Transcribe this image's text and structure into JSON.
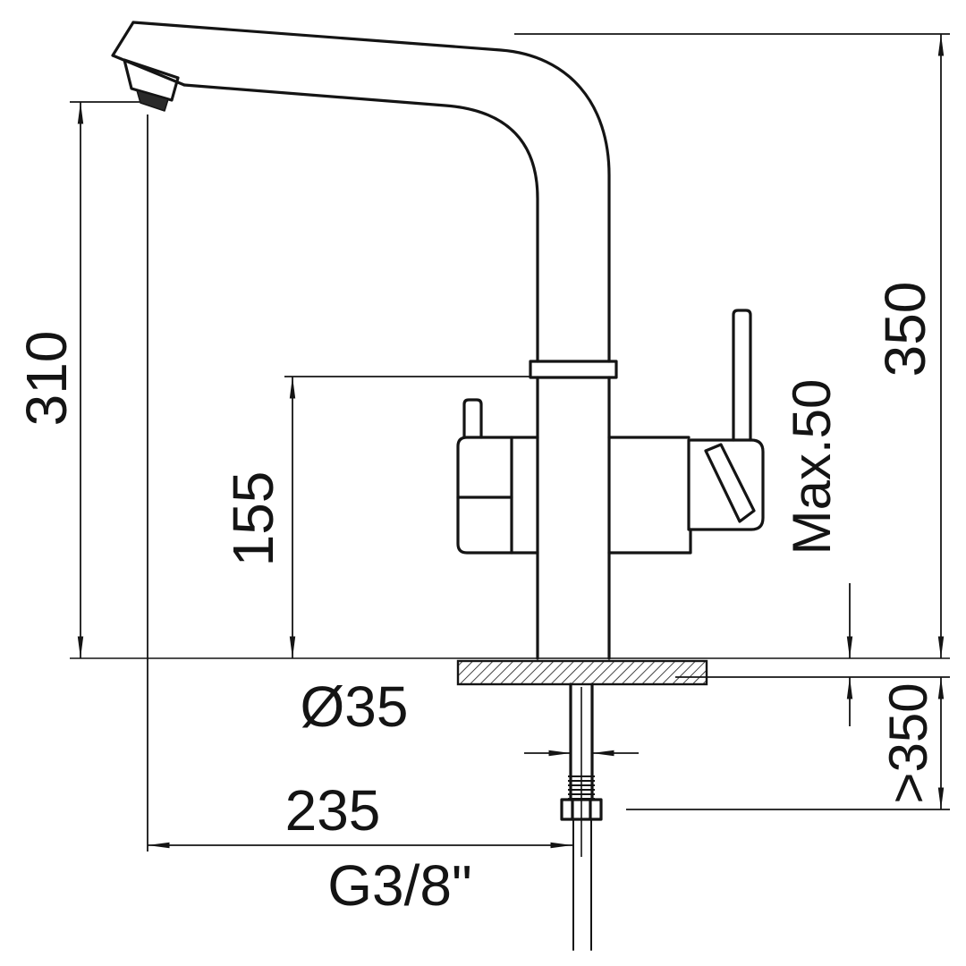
{
  "drawing": {
    "type": "faucet-dimension-drawing",
    "line_color": "#141414",
    "background_color": "#ffffff",
    "labels": {
      "spout_height": "310",
      "body_height": "155",
      "total_height": "350",
      "counter_thickness": "Max.50",
      "clearance_below": ">350",
      "hole_diameter": "Ø35",
      "spout_reach": "235",
      "thread_size": "G3/8\""
    }
  }
}
